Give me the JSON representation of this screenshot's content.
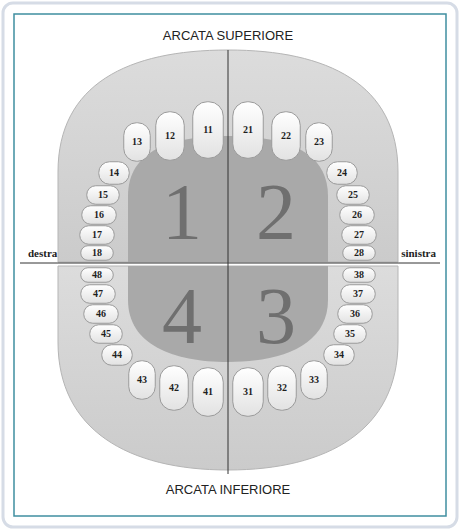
{
  "diagram": {
    "nodes": [
      {
        "text": [
          "11"
        ]
      },
      {
        "text": [
          "12"
        ]
      },
      {
        "text": [
          "13"
        ]
      },
      {
        "text": [
          "14"
        ]
      },
      {
        "text": [
          "15"
        ]
      },
      {
        "text": [
          "16"
        ]
      },
      {
        "text": [
          "17"
        ]
      },
      {
        "text": [
          "18"
        ]
      },
      {
        "text": [
          "21"
        ]
      },
      {
        "text": [
          "22"
        ]
      },
      {
        "text": [
          "23"
        ]
      },
      {
        "text": [
          "24"
        ]
      },
      {
        "text": [
          "25"
        ]
      },
      {
        "text": [
          "26"
        ]
      },
      {
        "text": [
          "27"
        ]
      },
      {
        "text": [
          "28"
        ]
      },
      {
        "text": [
          "31"
        ]
      },
      {
        "text": [
          "32"
        ]
      },
      {
        "text": [
          "33"
        ]
      },
      {
        "text": [
          "34"
        ]
      },
      {
        "text": [
          "35"
        ]
      },
      {
        "text": [
          "36"
        ]
      },
      {
        "text": [
          "37"
        ]
      },
      {
        "text": [
          "38"
        ]
      },
      {
        "text": [
          "41"
        ]
      },
      {
        "text": [
          "42"
        ]
      },
      {
        "text": [
          "43"
        ]
      },
      {
        "text": [
          "44"
        ]
      },
      {
        "text": [
          "45"
        ]
      },
      {
        "text": [
          "46"
        ]
      },
      {
        "text": [
          "47"
        ]
      },
      {
        "text": [
          "48"
        ]
      }
    ],
    "labels": [
      "ARCATA SUPERIORE",
      "ARCATA INFERIORE",
      "destra",
      "sinistra",
      "1",
      "2",
      "3",
      "4"
    ]
  }
}
